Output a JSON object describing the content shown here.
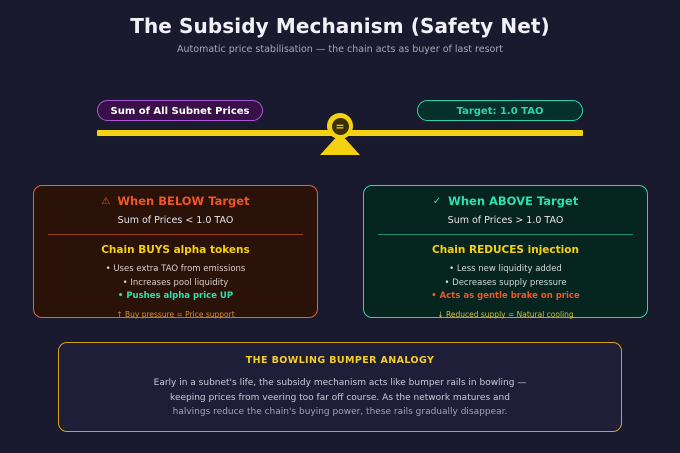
{
  "header": {
    "title": "The Subsidy Mechanism (Safety Net)",
    "subtitle": "Automatic price stabilisation — the chain acts as buyer of last resort"
  },
  "balance": {
    "left_pill_label": "Sum of All Subnet Prices",
    "right_pill_label": "Target: 1.0 TAO",
    "fulcrum_glyph": "=",
    "colors": {
      "beam": "#f5d211",
      "left_pill_border": "#a855d8",
      "left_pill_fill": "#3a1048",
      "right_pill_border": "#2dd4aa",
      "right_pill_fill": "#06302c"
    }
  },
  "panels": [
    {
      "id": "below",
      "icon": "⚠",
      "icon_name": "warning-triangle-icon",
      "heading": "When BELOW Target",
      "condition": "Sum of Prices < 1.0 TAO",
      "action": "Chain BUYS alpha tokens",
      "bullets": [
        {
          "text": "• Uses extra TAO from emissions",
          "style": "normal"
        },
        {
          "text": "• Increases pool liquidity",
          "style": "normal"
        },
        {
          "text": "• Pushes alpha price UP",
          "style": "accent-teal"
        }
      ],
      "note": "↑  Buy pressure = Price support",
      "colors": {
        "border": "#e8622a",
        "fill": "#2a1208",
        "heading": "#f0552a",
        "action": "#f5d211"
      }
    },
    {
      "id": "above",
      "icon": "✓",
      "icon_name": "check-icon",
      "heading": "When ABOVE Target",
      "condition": "Sum of Prices > 1.0 TAO",
      "action": "Chain REDUCES injection",
      "bullets": [
        {
          "text": "• Less new liquidity added",
          "style": "normal"
        },
        {
          "text": "• Decreases supply pressure",
          "style": "normal"
        },
        {
          "text": "• Acts as gentle brake on price",
          "style": "accent-orange"
        }
      ],
      "note": "↓  Reduced supply = Natural cooling",
      "colors": {
        "border": "#2dd4aa",
        "fill": "#07251f",
        "heading": "#2de0b0",
        "action": "#f5d211"
      }
    }
  ],
  "analogy": {
    "title": "THE BOWLING BUMPER ANALOGY",
    "lines": [
      "Early in a subnet's life, the subsidy mechanism acts like bumper rails in bowling —",
      "keeping prices from veering too far off course. As the network matures and",
      "halvings reduce the chain's buying power, these rails gradually disappear."
    ],
    "border_color": "#d4a017"
  }
}
